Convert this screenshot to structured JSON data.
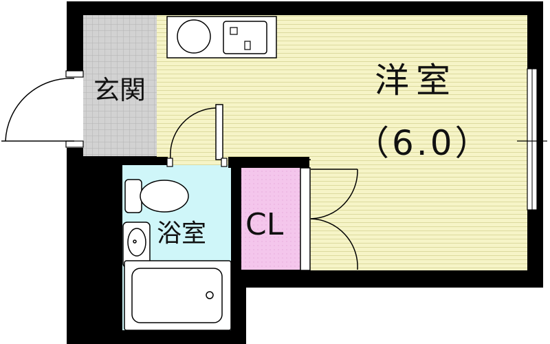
{
  "rooms": {
    "western": {
      "name": "洋室",
      "size": "（6.0）"
    },
    "entrance": {
      "name": "玄関"
    },
    "bathroom": {
      "name": "浴室"
    },
    "closet": {
      "name": "CL"
    }
  },
  "colors": {
    "wall": "#000000",
    "western_floor": "#f6f4c7",
    "western_stripe": "#dcda9e",
    "entrance_floor": "#d2d2d2",
    "entrance_grid": "#b3b3b3",
    "bathroom_floor": "#cff6f9",
    "closet_floor": "#f4c6ec",
    "fixture": "#ffffff"
  },
  "icons": {
    "sink": "kitchen-sink-icon",
    "stove": "stove-icon",
    "toilet": "toilet-icon",
    "washbasin": "washbasin-icon",
    "bathtub": "bathtub-icon",
    "door": "door-swing-icon",
    "window": "window-icon"
  }
}
